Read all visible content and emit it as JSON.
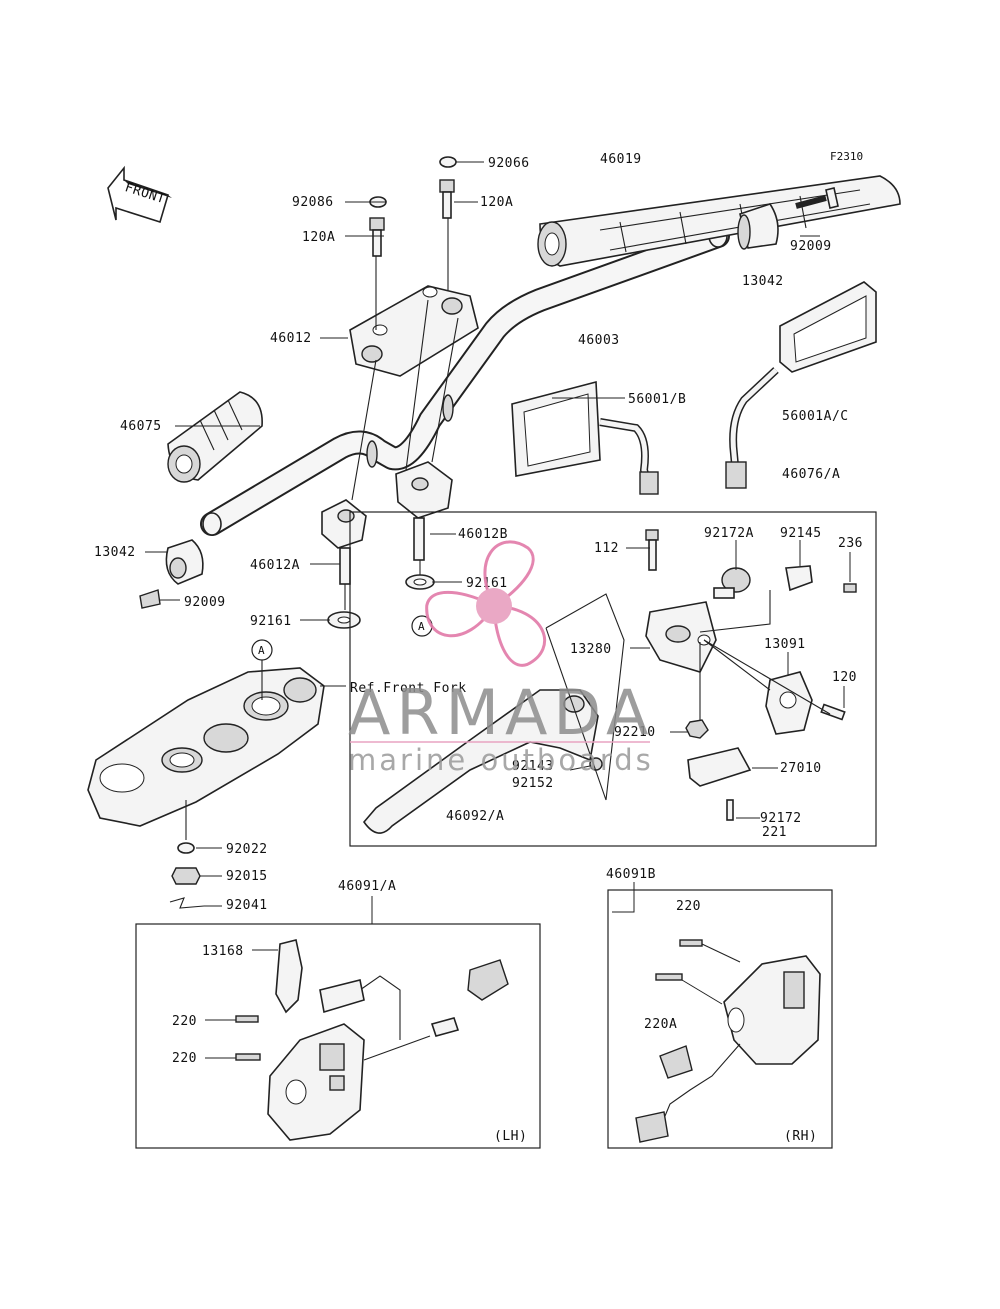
{
  "figure_code": "F2310",
  "front_label": "FRONT",
  "watermark": {
    "brand": "ARMADA",
    "tagline": "marine outboards",
    "logo_color": "#e27aa8"
  },
  "reference_note": "Ref.Front Fork",
  "circle_marker": "A",
  "parts": {
    "p92066": "92066",
    "p46019": "46019",
    "p92086": "92086",
    "p120A_top": "120A",
    "p120A_left": "120A",
    "p92009_right": "92009",
    "p13042_right": "13042",
    "p46012": "46012",
    "p46003": "46003",
    "p46075": "46075",
    "p56001B": "56001/B",
    "p56001AC": "56001A/C",
    "p46076A": "46076/A",
    "p46012B": "46012B",
    "p13042_left": "13042",
    "p46012A": "46012A",
    "p112": "112",
    "p92172A": "92172A",
    "p92145": "92145",
    "p236": "236",
    "p92009_left": "92009",
    "p92161_right": "92161",
    "p92161_left": "92161",
    "p13280": "13280",
    "p13091": "13091",
    "p120": "120",
    "p92210": "92210",
    "p92143": "92143",
    "p92152": "92152",
    "p27010": "27010",
    "p46092A": "46092/A",
    "p92172": "92172",
    "p221": "221",
    "p92022": "92022",
    "p92015": "92015",
    "p92041": "92041",
    "p46091A": "46091/A",
    "p46091B": "46091B",
    "p13168": "13168",
    "p220_a": "220",
    "p220_b": "220",
    "p220_rh": "220",
    "p220A": "220A",
    "lh": "(LH)",
    "rh": "(RH)"
  }
}
